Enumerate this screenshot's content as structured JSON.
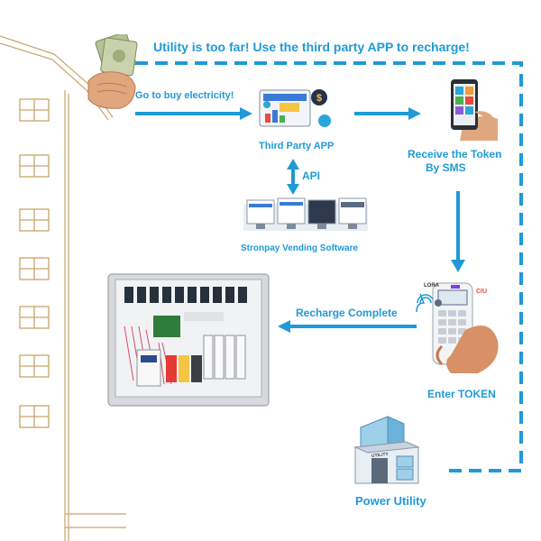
{
  "headline": "Utility is too far!  Use the third party APP to recharge!",
  "steps": {
    "buy": "Go to buy electricity!",
    "app": "Third Party APP",
    "api": "API",
    "software": "Stronpay Vending Software",
    "sms_line1": "Receive the Token",
    "sms_line2": "By SMS",
    "recharge": "Recharge Complete",
    "enter_token": "Enter TOKEN",
    "utility": "Power Utility"
  },
  "device_labels": {
    "lora": "LORA",
    "ciu": "CIU",
    "utility_sign": "UTILITY"
  },
  "icons": {
    "cash": "cash-hand-icon",
    "app": "third-party-app-icon",
    "phone": "smartphone-icon",
    "software": "vending-software-icon",
    "ciu": "ciu-keypad-icon",
    "meter_box": "meter-box-icon",
    "building": "apartment-building-icon",
    "utility": "power-utility-building-icon"
  },
  "colors": {
    "accent": "#1f9ad6",
    "building_line": "#c9a46a"
  }
}
